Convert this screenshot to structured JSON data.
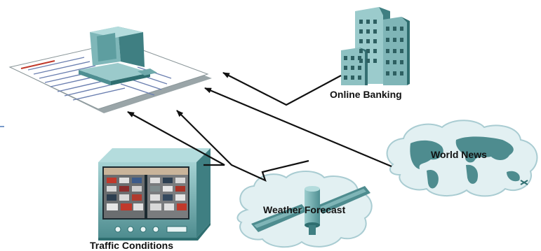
{
  "labels": {
    "online_banking": "Online Banking",
    "world_news": "World News",
    "weather_forecast": "Weather Forecast",
    "traffic_conditions": "Traffic Conditions"
  },
  "colors": {
    "teal_light": "#8fc3c4",
    "teal_mid": "#5e9ea0",
    "teal_dark": "#2f6e70",
    "cloud_fill": "#e2f0f2",
    "cloud_edge": "#a9ccd2",
    "arrow": "#111111"
  },
  "icons": [
    "desktop-computer-icon",
    "office-building-icon",
    "world-map-cloud-icon",
    "satellite-cloud-icon",
    "traffic-monitor-icon"
  ]
}
